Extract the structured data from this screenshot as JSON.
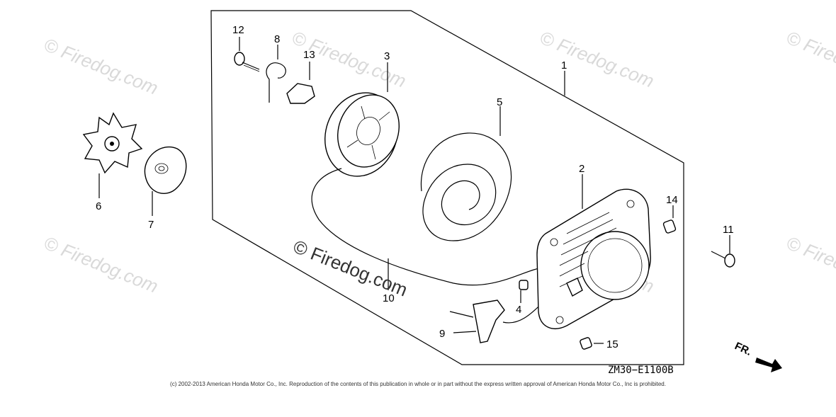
{
  "callouts": {
    "c1": "1",
    "c2": "2",
    "c3": "3",
    "c4": "4",
    "c5": "5",
    "c6": "6",
    "c7": "7",
    "c8": "8",
    "c9": "9",
    "c10": "10",
    "c11": "11",
    "c12": "12",
    "c13": "13",
    "c14": "14",
    "c15": "15"
  },
  "watermark": {
    "text": "Firedog.com",
    "main": "© Firedog.com"
  },
  "diagram_code": "ZM30−E1100B",
  "direction_label": "FR.",
  "copyright": "(c) 2002-2013 American Honda Motor Co., Inc. Reproduction of the contents of this publication in whole or in part without the express written approval of American Honda Motor Co., Inc is prohibited.",
  "colors": {
    "line": "#000000",
    "watermark": "#d9d9d9",
    "background": "#ffffff"
  }
}
